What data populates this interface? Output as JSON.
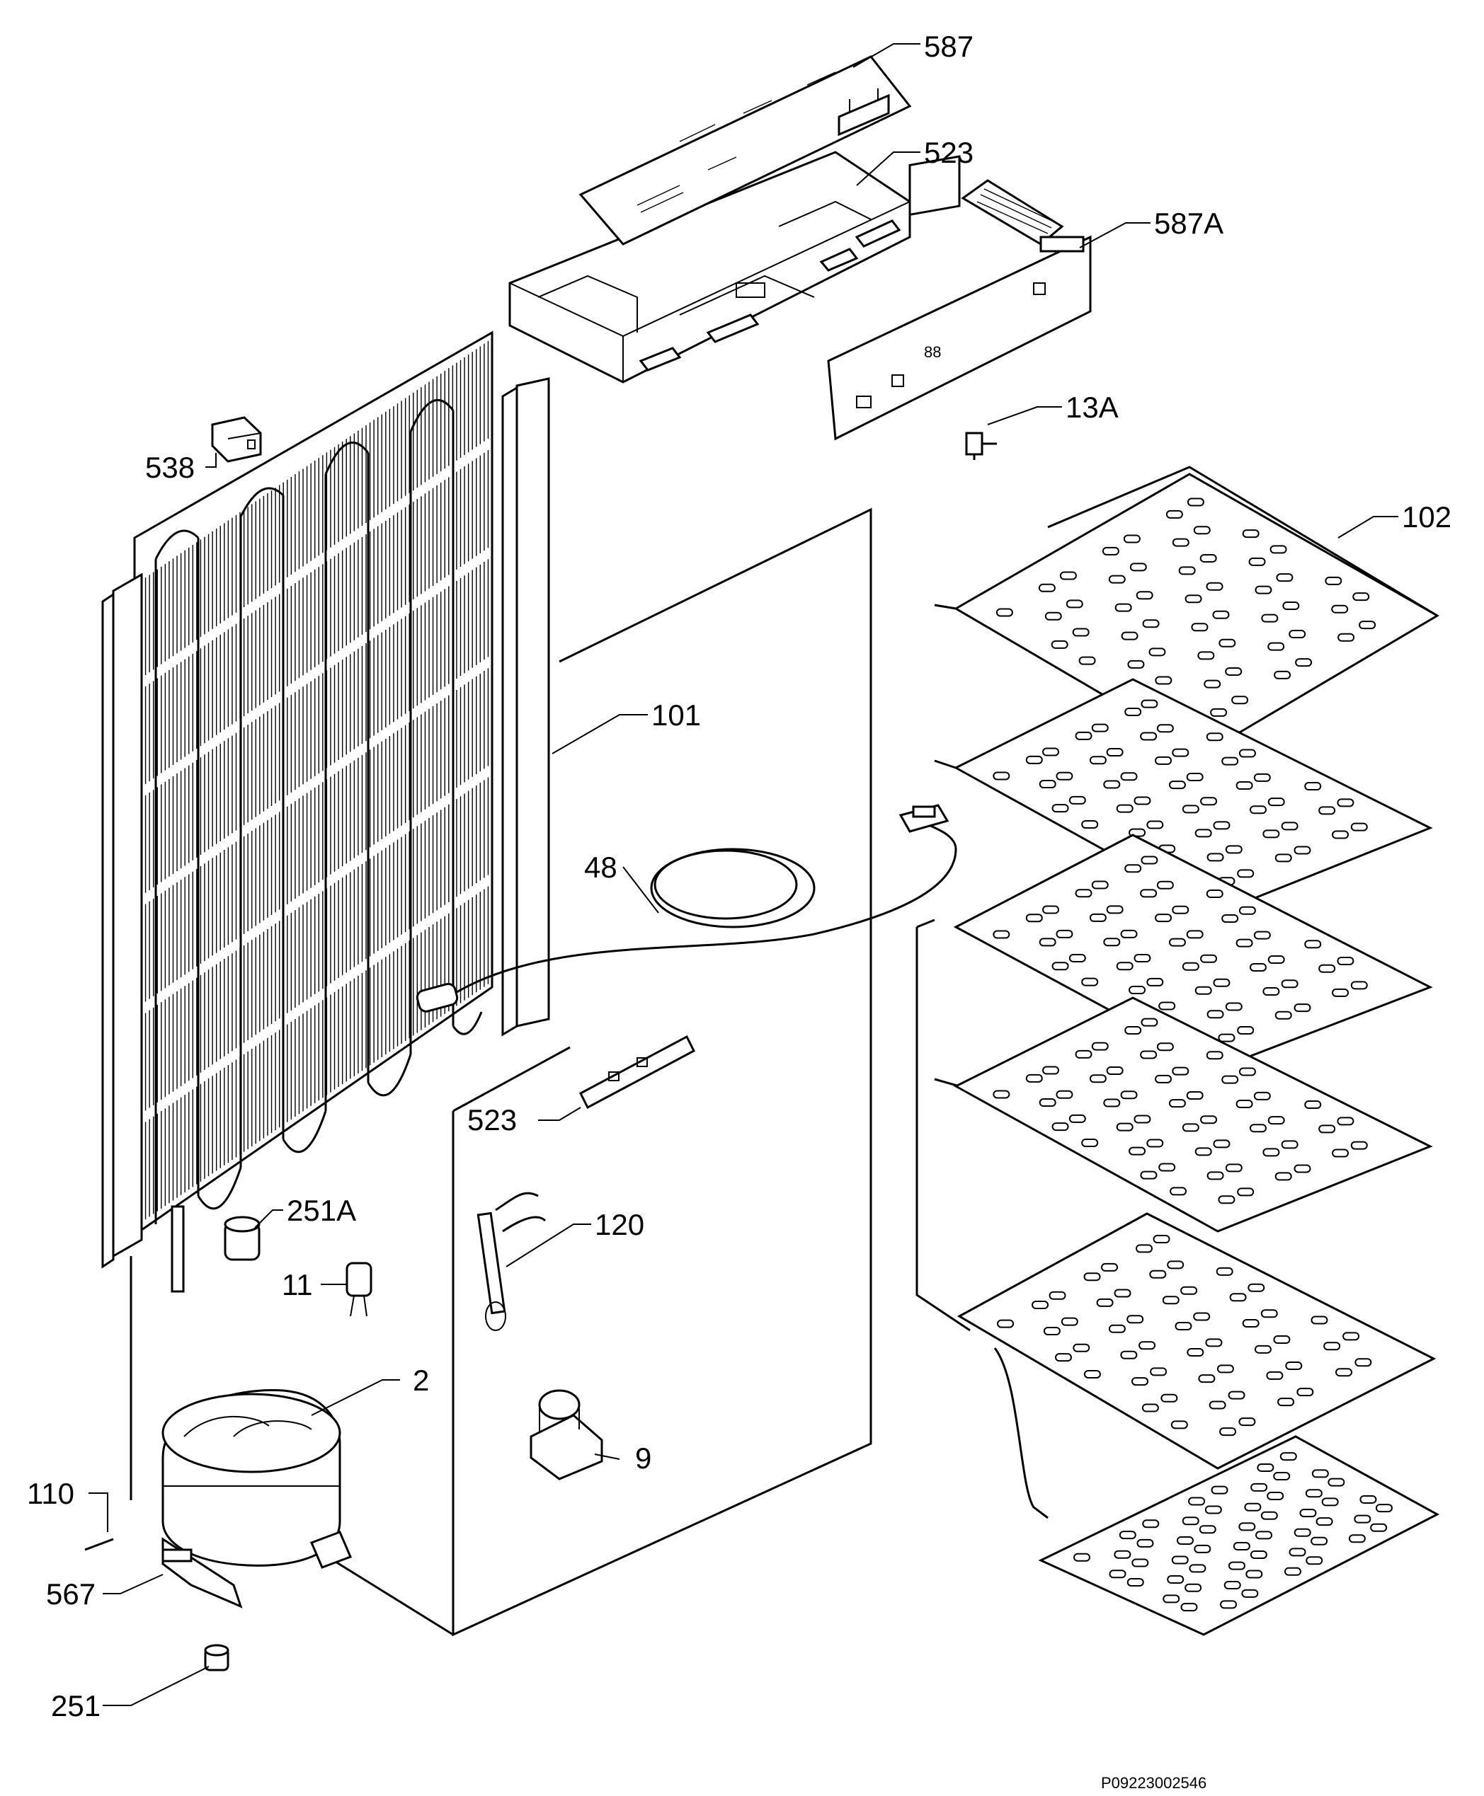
{
  "labels": {
    "l587": "587",
    "l523_top": "523",
    "l587a": "587A",
    "l13a": "13A",
    "l538": "538",
    "l102": "102",
    "l101": "101",
    "l48": "48",
    "l523_mid": "523",
    "l251a": "251A",
    "l120": "120",
    "l11": "11",
    "l2": "2",
    "l9": "9",
    "l110": "110",
    "l567": "567",
    "l251": "251"
  },
  "footer": {
    "code": "P09223002546"
  }
}
